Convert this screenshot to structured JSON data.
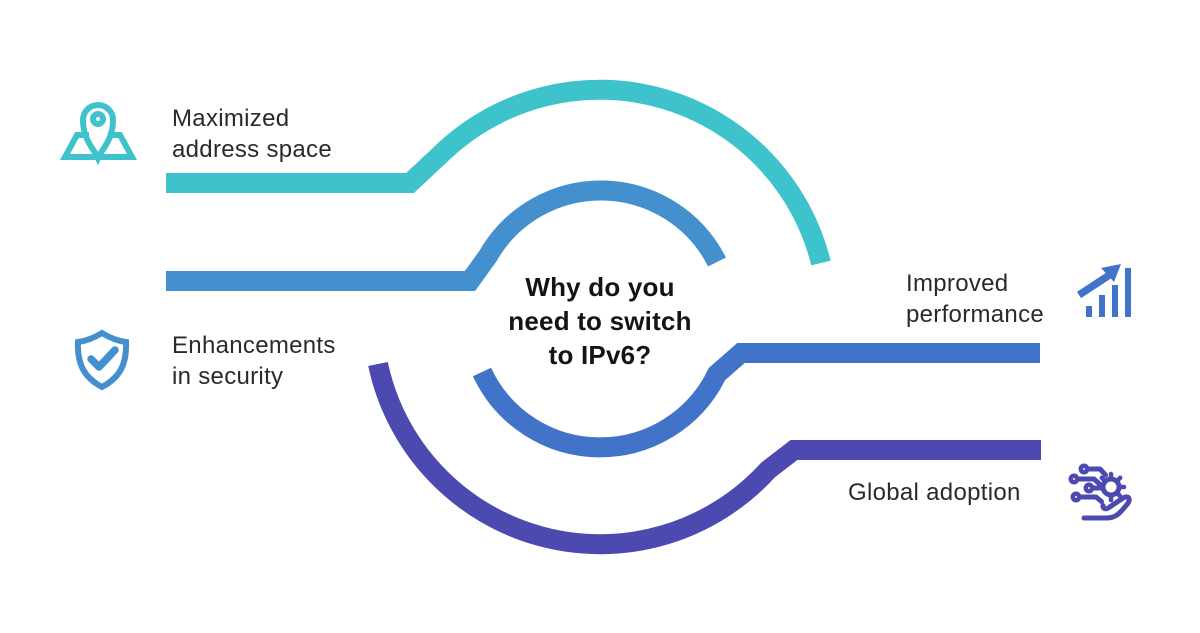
{
  "background_color": "#FFFFFF",
  "center": {
    "question_lines": [
      "Why do you",
      "need to switch",
      "to IPv6?"
    ],
    "text_color": "#141414"
  },
  "items": [
    {
      "id": "maximized-address-space",
      "lines": [
        "Maximized",
        "address space"
      ],
      "icon": "map-pin-icon",
      "color": "#3EC3CC",
      "position": "top-left"
    },
    {
      "id": "enhancements-in-security",
      "lines": [
        "Enhancements",
        "in security"
      ],
      "icon": "shield-check-icon",
      "color": "#4490CE",
      "position": "middle-left"
    },
    {
      "id": "improved-performance",
      "lines": [
        "Improved",
        "performance"
      ],
      "icon": "growth-chart-icon",
      "color": "#4174C8",
      "position": "middle-right"
    },
    {
      "id": "global-adoption",
      "lines": [
        "Global adoption"
      ],
      "icon": "circuit-hand-icon",
      "color": "#4C49B0",
      "position": "bottom-right"
    }
  ],
  "label_color": "#2A2A2A"
}
